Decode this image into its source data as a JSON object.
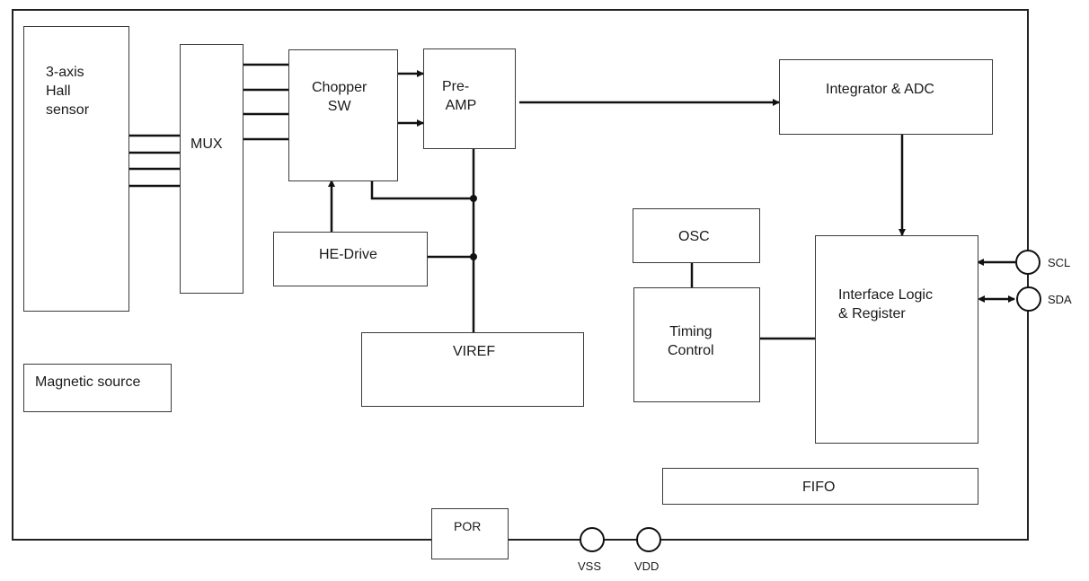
{
  "diagram": {
    "title": "3-axis Hall sensor magnetometer block diagram",
    "stroke_color": "#111111",
    "blocks": {
      "hall_sensor": "3-axis\nHall\nsensor",
      "mux": "MUX",
      "chopper": "Chopper\nSW",
      "preamp": "Pre-\n AMP",
      "integrator": "Integrator & ADC",
      "he_drive": "HE-Drive",
      "viref": "VIREF",
      "osc": "OSC",
      "timing": "Timing\nControl",
      "interface": "Interface Logic\n& Register",
      "magnetic_source": "Magnetic source",
      "por": "POR",
      "fifo": "FIFO"
    },
    "pins": {
      "scl": "SCL",
      "sda": "SDA",
      "vss": "VSS",
      "vdd": "VDD"
    }
  }
}
